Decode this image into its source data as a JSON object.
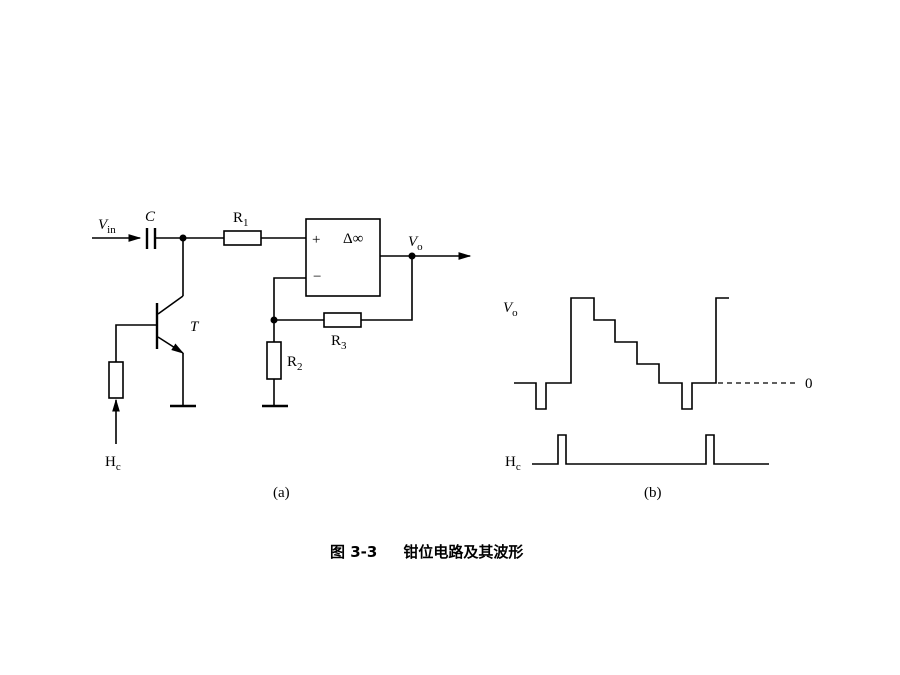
{
  "circuit": {
    "input": {
      "main": "V",
      "sub": "in"
    },
    "capacitor": "C",
    "r1": {
      "main": "R",
      "sub": "1"
    },
    "opamp_plus": "+",
    "opamp_minus": "−",
    "opamp_symbol": "Δ∞",
    "output": {
      "main": "V",
      "sub": "o"
    },
    "transistor": "T",
    "r2": {
      "main": "R",
      "sub": "2"
    },
    "r3": {
      "main": "R",
      "sub": "3"
    },
    "hc": {
      "main": "H",
      "sub": "c"
    },
    "panel_label": "(a)"
  },
  "waveform": {
    "vo": {
      "main": "V",
      "sub": "o"
    },
    "zero_label": "0",
    "hc": {
      "main": "H",
      "sub": "c"
    },
    "panel_label": "(b)"
  },
  "caption": {
    "number": "图 3-3",
    "title": "钳位电路及其波形"
  }
}
